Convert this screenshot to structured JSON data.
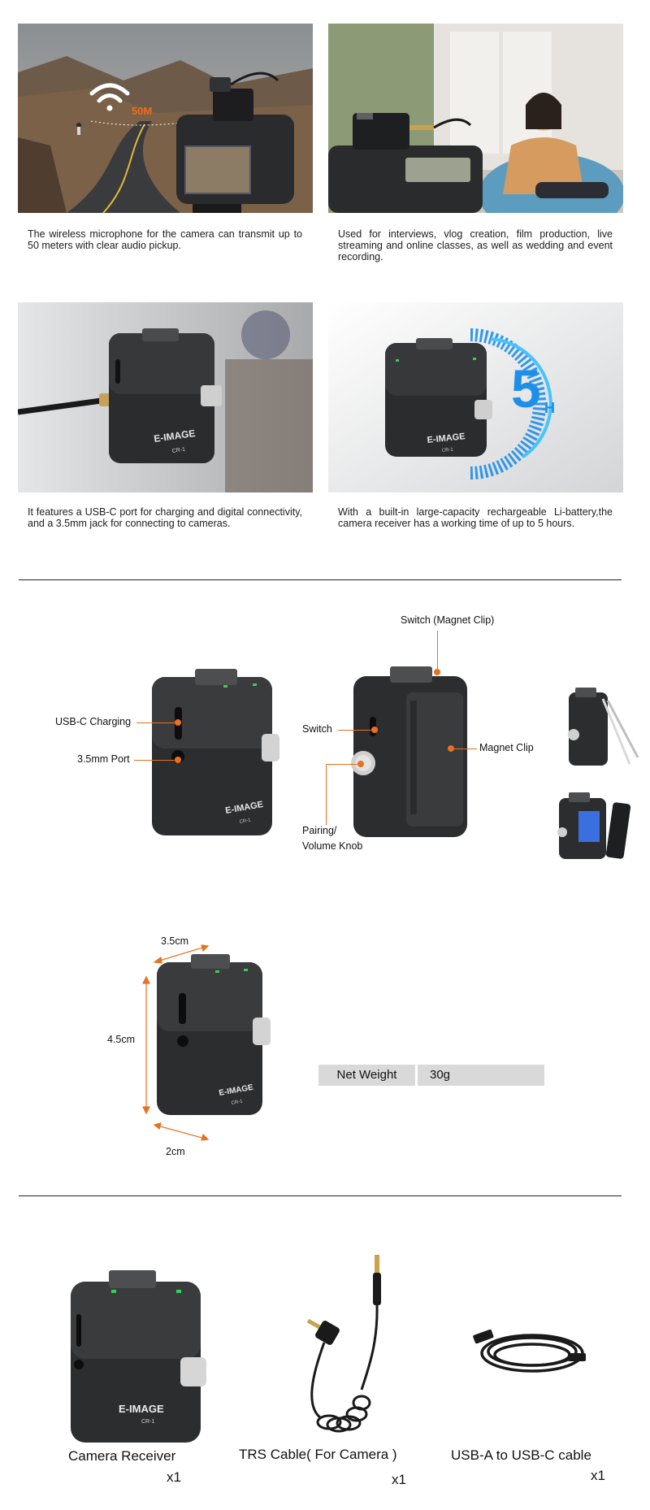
{
  "features": [
    {
      "caption": "The wireless microphone for the camera can transmit up to 50 meters with clear audio pickup.",
      "overlay": "50M"
    },
    {
      "caption": "Used for interviews, vlog creation, film production, live streaming and online classes, as well as wedding and event recording."
    },
    {
      "caption": "It features a USB-C port for charging and digital connectivity, and a 3.5mm jack for connecting to cameras."
    },
    {
      "caption": "With a built-in large-capacity rechargeable Li-battery,the camera receiver has a working time of up to 5 hours.",
      "big_number": "5",
      "unit": "H"
    }
  ],
  "device": {
    "brand": "E-IMAGE",
    "model": "CR-1"
  },
  "diagram": {
    "usb_c": "USB-C Charging",
    "port": "3.5mm Port",
    "switch_clip": "Switch (Magnet Clip)",
    "switch": "Switch",
    "magnet_clip": "Magnet Clip",
    "pairing": "Pairing/",
    "volume": "Volume Knob"
  },
  "dimensions": {
    "width": "3.5cm",
    "height": "4.5cm",
    "depth": "2cm"
  },
  "weight": {
    "label": "Net Weight",
    "value": "30g"
  },
  "kit": [
    {
      "name": "Camera Receiver",
      "qty": "x1"
    },
    {
      "name": "TRS Cable( For Camera )",
      "qty": "x1"
    },
    {
      "name": "USB-A to USB-C cable",
      "qty": "x1"
    }
  ],
  "colors": {
    "accent": "#e8701f",
    "led": "#34d155",
    "battery": "#1e8fe8"
  }
}
